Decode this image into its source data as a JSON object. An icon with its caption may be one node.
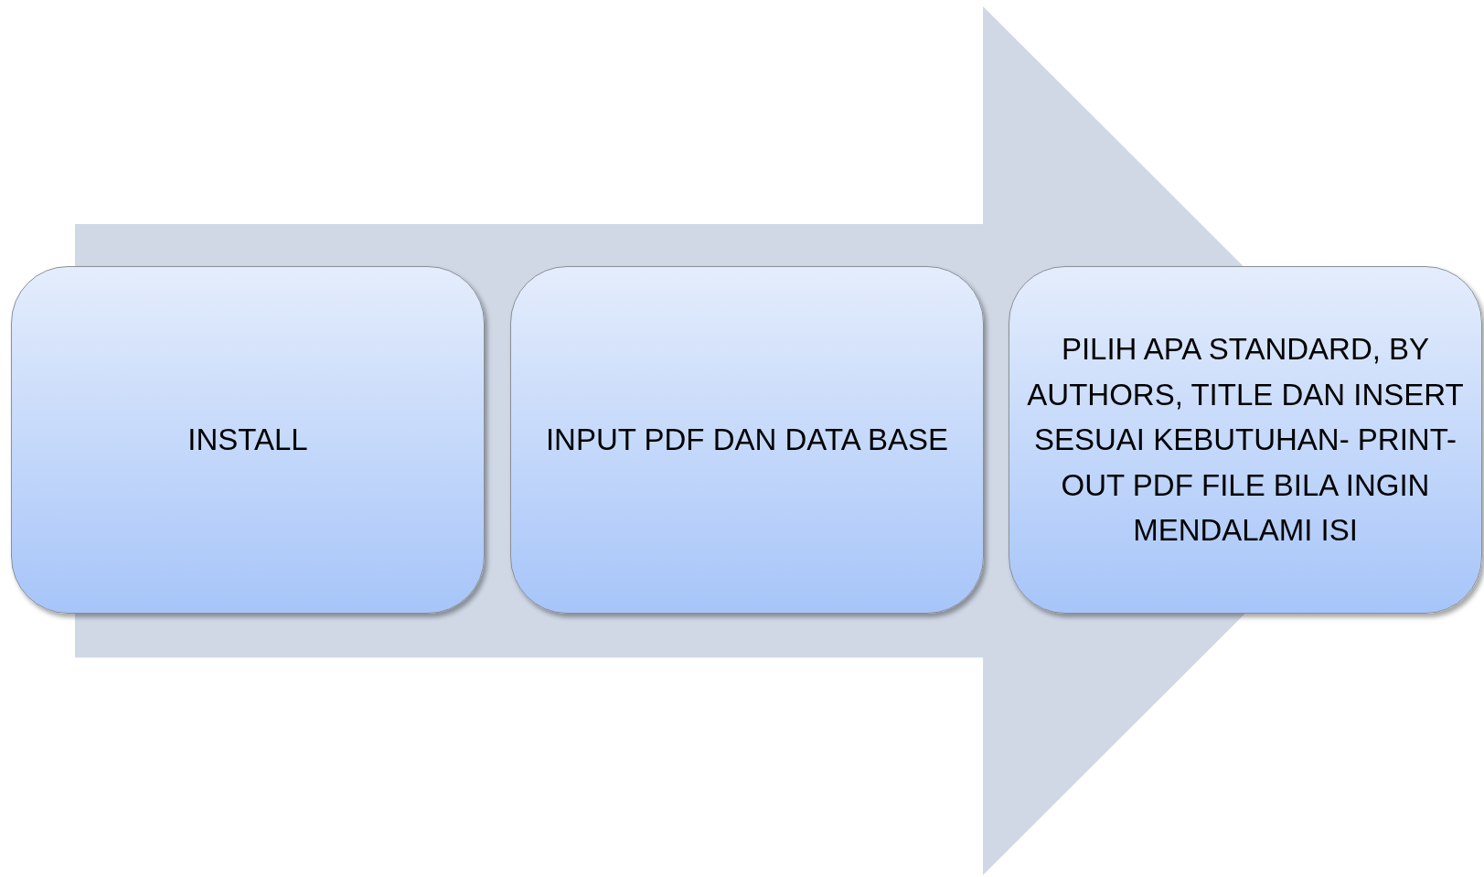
{
  "diagram": {
    "nodes": [
      {
        "text": [
          "INSTALL"
        ]
      },
      {
        "text": [
          "INPUT PDF DAN DATA BASE"
        ]
      },
      {
        "text": [
          "PILIH APA STANDARD, BY AUTHORS, TITLE DAN INSERT SESUAI KEBUTUHAN- PRINT-OUT PDF FILE BILA INGIN MENDALAMI ISI"
        ]
      }
    ],
    "edges": [
      {
        "from": 0,
        "to": 2,
        "arrow": "to"
      }
    ]
  }
}
